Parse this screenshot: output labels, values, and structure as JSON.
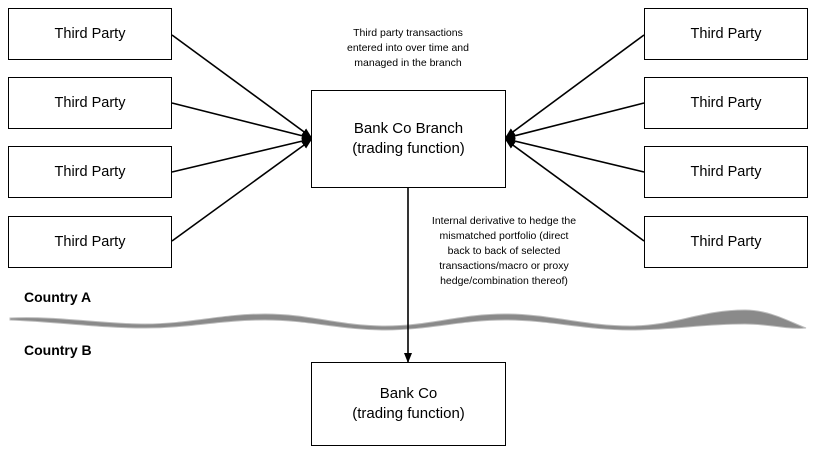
{
  "third_parties_left": [
    "Third Party",
    "Third Party",
    "Third Party",
    "Third Party"
  ],
  "third_parties_right": [
    "Third Party",
    "Third Party",
    "Third Party",
    "Third Party"
  ],
  "branch": {
    "line1": "Bank Co Branch",
    "line2": "(trading function)"
  },
  "bank": {
    "line1": "Bank Co",
    "line2": "(trading function)"
  },
  "notes": {
    "top": [
      "Third party transactions",
      "entered into over time and",
      "managed in the branch"
    ],
    "derivative": [
      "Internal derivative to hedge the",
      "mismatched portfolio (direct",
      "back to back of selected",
      "transactions/macro or proxy",
      "hedge/combination thereof)"
    ]
  },
  "countries": {
    "a": "Country A",
    "b": "Country B"
  }
}
